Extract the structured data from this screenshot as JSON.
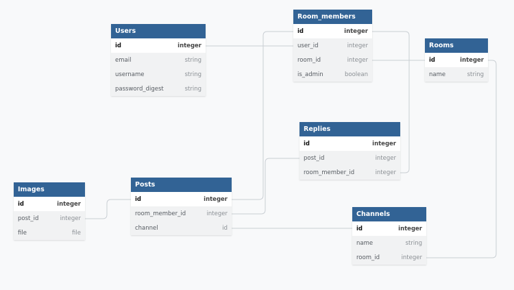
{
  "tables": {
    "users": {
      "name": "Users",
      "columns": [
        {
          "name": "id",
          "type": "integer"
        },
        {
          "name": "email",
          "type": "string"
        },
        {
          "name": "username",
          "type": "string"
        },
        {
          "name": "password_digest",
          "type": "string"
        }
      ]
    },
    "room_members": {
      "name": "Room_members",
      "columns": [
        {
          "name": "id",
          "type": "integer"
        },
        {
          "name": "user_id",
          "type": "integer"
        },
        {
          "name": "room_id",
          "type": "integer"
        },
        {
          "name": "is_admin",
          "type": "boolean"
        }
      ]
    },
    "rooms": {
      "name": "Rooms",
      "columns": [
        {
          "name": "id",
          "type": "integer"
        },
        {
          "name": "name",
          "type": "string"
        }
      ]
    },
    "replies": {
      "name": "Replies",
      "columns": [
        {
          "name": "id",
          "type": "integer"
        },
        {
          "name": "post_id",
          "type": "integer"
        },
        {
          "name": "room_member_id",
          "type": "integer"
        }
      ]
    },
    "images": {
      "name": "Images",
      "columns": [
        {
          "name": "id",
          "type": "integer"
        },
        {
          "name": "post_id",
          "type": "integer"
        },
        {
          "name": "file",
          "type": "file"
        }
      ]
    },
    "posts": {
      "name": "Posts",
      "columns": [
        {
          "name": "id",
          "type": "integer"
        },
        {
          "name": "room_member_id",
          "type": "integer"
        },
        {
          "name": "channel",
          "type": "id"
        }
      ]
    },
    "channels": {
      "name": "Channels",
      "columns": [
        {
          "name": "id",
          "type": "integer"
        },
        {
          "name": "name",
          "type": "string"
        },
        {
          "name": "room_id",
          "type": "integer"
        }
      ]
    }
  }
}
